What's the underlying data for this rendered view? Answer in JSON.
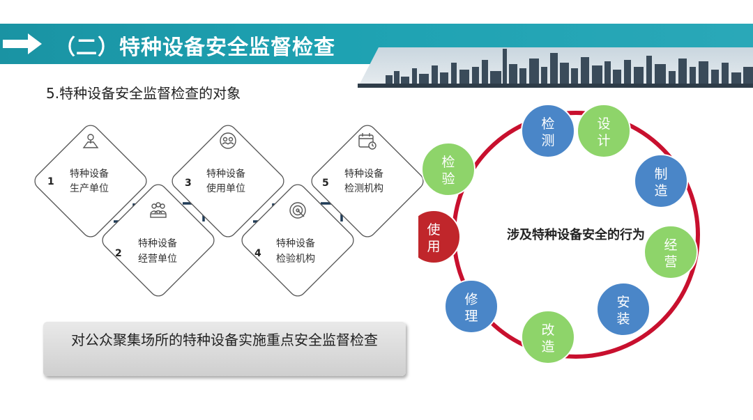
{
  "header": {
    "title": "（二）特种设备安全监督检查"
  },
  "subtitle": "5.特种设备安全监督检查的对象",
  "objects": [
    {
      "num": "1",
      "line1": "特种设备",
      "line2": "生产单位",
      "icon": "map-icon"
    },
    {
      "num": "2",
      "line1": "特种设备",
      "line2": "经营单位",
      "icon": "group-icon"
    },
    {
      "num": "3",
      "line1": "特种设备",
      "line2": "使用单位",
      "icon": "target-people-icon"
    },
    {
      "num": "4",
      "line1": "特种设备",
      "line2": "检验机构",
      "icon": "target-icon"
    },
    {
      "num": "5",
      "line1": "特种设备",
      "line2": "检测机构",
      "icon": "calendar-icon"
    }
  ],
  "callout": "对公众聚集场所的特种设备实施重点安全监督检查",
  "cycle": {
    "center": "涉及特种设备安全的行为",
    "nodes": [
      {
        "c1": "检",
        "c2": "测",
        "color": "#4a86c8"
      },
      {
        "c1": "设",
        "c2": "计",
        "color": "#8ed46a"
      },
      {
        "c1": "制",
        "c2": "造",
        "color": "#4a86c8"
      },
      {
        "c1": "经",
        "c2": "营",
        "color": "#8ed46a"
      },
      {
        "c1": "安",
        "c2": "装",
        "color": "#4a86c8"
      },
      {
        "c1": "改",
        "c2": "造",
        "color": "#8ed46a"
      },
      {
        "c1": "修",
        "c2": "理",
        "color": "#4a86c8"
      },
      {
        "c1": "使",
        "c2": "用",
        "color": "#c0262b"
      },
      {
        "c1": "检",
        "c2": "验",
        "color": "#8ed46a"
      }
    ],
    "ring_color": "#c8102e"
  }
}
